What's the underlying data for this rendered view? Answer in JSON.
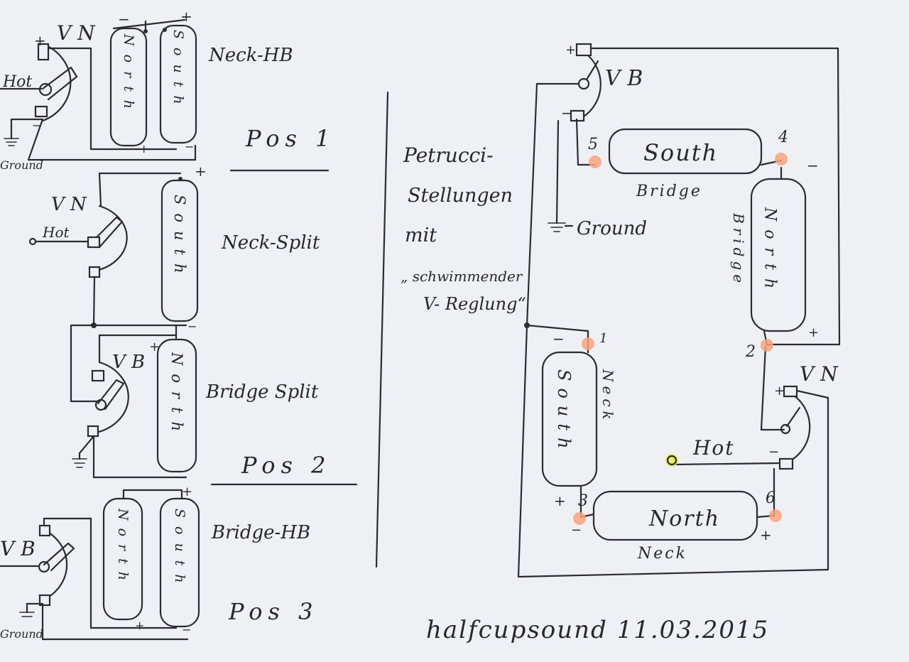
{
  "left": {
    "vn": "V N",
    "hot": "Hot",
    "ground": "Ground",
    "north": "North",
    "south": "South",
    "neck_hb": "Neck-HB",
    "pos1": "Pos 1",
    "neck_split": "Neck-Split",
    "vb": "V B",
    "bridge_split": "Bridge Split",
    "pos2": "Pos 2",
    "bridge_hb": "Bridge-HB",
    "pos3": "Pos 3",
    "plus": "+",
    "minus": "−"
  },
  "middle": {
    "line1": "Petrucci-",
    "line2": "Stellungen",
    "line3": "mit",
    "line4": "„ schwimmender",
    "line5": "V- Reglung“"
  },
  "right": {
    "vb": "V B",
    "vn": "V N",
    "south": "South",
    "north": "North",
    "bridge": "Bridge",
    "neck": "Neck",
    "ground": "Ground",
    "hot": "Hot",
    "n1": "1",
    "n2": "2",
    "n3": "3",
    "n4": "4",
    "n5": "5",
    "n6": "6",
    "plus": "+",
    "minus": "−"
  },
  "signature": "halfcupsound 11.03.2015",
  "colors": {
    "ink": "#2e2a34",
    "paper": "#eef0f4",
    "solder": "#f7a47c",
    "hot_node": "#e8ec52"
  }
}
